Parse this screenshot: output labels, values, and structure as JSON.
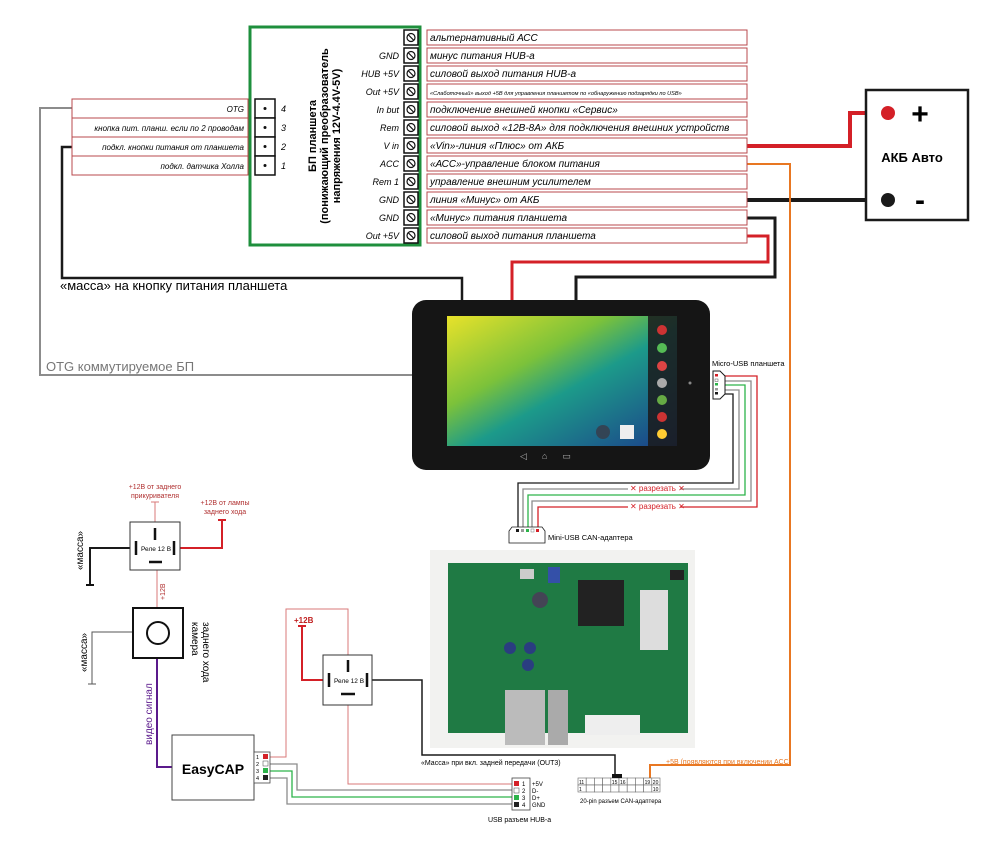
{
  "psu": {
    "title": "БП планшета",
    "subtitle1": "(понижающий преобразователь",
    "subtitle2": "напряжения 12V-4.4V-5V)",
    "terminals": [
      {
        "pin": "",
        "desc": "альтернативный АСС"
      },
      {
        "pin": "GND",
        "desc": "минус питания HUB-а"
      },
      {
        "pin": "HUB +5V",
        "desc": "силовой выход питания HUB-а"
      },
      {
        "pin": "Out +5V",
        "desc": "«Слаботочный» выход +5В для управления планшетом по «обнаружению подзарядки по USB»"
      },
      {
        "pin": "In but",
        "desc": "подключение внешней кнопки «Сервис»"
      },
      {
        "pin": "Rem",
        "desc": "силовой выход «12В-8А» для подключения внешних устройств"
      },
      {
        "pin": "V in",
        "desc": "«Vin»-линия «Плюс» от АКБ"
      },
      {
        "pin": "ACC",
        "desc": "«АСС»-управление блоком питания"
      },
      {
        "pin": "Rem 1",
        "desc": "управление внешним усилителем"
      },
      {
        "pin": "GND",
        "desc": "линия «Минус» от АКБ"
      },
      {
        "pin": "GND",
        "desc": "«Минус» питания планшета"
      },
      {
        "pin": "Out +5V",
        "desc": "силовой выход питания планшета"
      }
    ],
    "left_pins": [
      {
        "num": "4",
        "desc": "OTG"
      },
      {
        "num": "3",
        "desc": "кнопка пит. планш. если по 2 проводам"
      },
      {
        "num": "2",
        "desc": "подкл. кнопки питания от планшета"
      },
      {
        "num": "1",
        "desc": "подкл. датчика Холла"
      }
    ]
  },
  "battery": {
    "title": "АКБ Авто",
    "plus": "+",
    "minus": "-"
  },
  "labels": {
    "mass_button": "«масса» на кнопку питания планшета",
    "otg": "OTG коммутируемое БП",
    "micro_usb": "Micro-USB планшета",
    "cut1": "✕ разрезать ✕",
    "cut2": "✕ разрезать ✕",
    "mini_usb": "Mini-USB CAN-адаптера",
    "acc_5v": "+5В (появляются при включении АСС)",
    "out3": "«Масса» при вкл. задней передачи (OUT3)",
    "can20": "20-pin разъем CAN-адаптера",
    "usb_hub": "USB разъем HUB-а",
    "rear_lighter": [
      "+12В от заднего",
      "прикуривателя"
    ],
    "rear_lamp": [
      "+12В от лампы",
      "заднего хода"
    ],
    "relay1": "Реле 12 В",
    "relay2": "Реле 12 В",
    "mass1": "«масса»",
    "mass2": "«масса»",
    "plus12_1": "+12В",
    "plus12_2": "+12В",
    "camera": [
      "камера",
      "заднего хода"
    ],
    "video": "видео сигнал",
    "easycap": "EasyCAP",
    "usb_pins": [
      "+5V",
      "D-",
      "D+",
      "GND"
    ],
    "can_top_pins": [
      "11",
      "15",
      "16",
      "19",
      "20"
    ],
    "can_bottom_pins": [
      "1",
      "10"
    ]
  },
  "colors": {
    "red": "#d42027",
    "black": "#1a1a1a",
    "orange": "#e87722",
    "gray": "#8c8c8c",
    "green": "#2db34a",
    "purple": "#5b1a8c",
    "frame": "#1e8f3c",
    "label_border": "#b8484c"
  }
}
